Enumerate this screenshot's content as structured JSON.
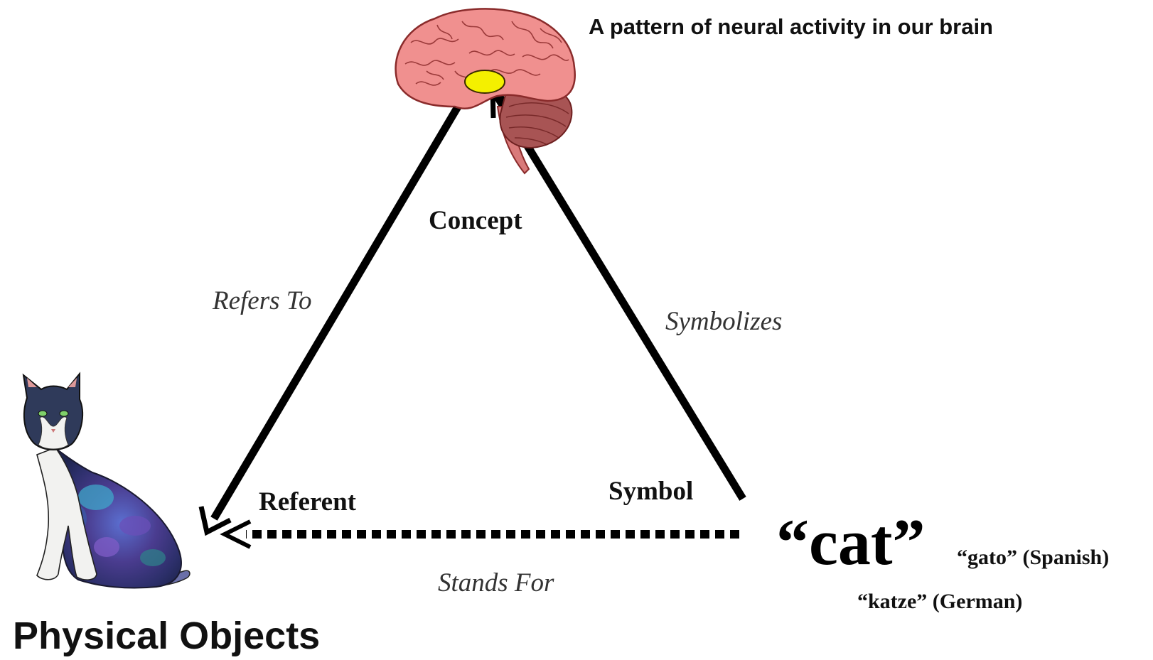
{
  "brain": {
    "caption": "A pattern of neural activity in our brain",
    "icon": "brain-icon"
  },
  "triangle": {
    "concept": "Concept",
    "symbol": "Symbol",
    "referent": "Referent",
    "refers_to": "Refers To",
    "symbolizes": "Symbolizes",
    "stands_for": "Stands For"
  },
  "word": {
    "main": "“cat”",
    "spanish": "“gato” (Spanish)",
    "german": "“katze” (German)"
  },
  "object": {
    "caption": "Physical Objects",
    "icon": "cat-icon"
  },
  "colors": {
    "brain": "#f0908f",
    "brain_outline": "#8a2b2b",
    "cerebellum": "#a85454",
    "highlight": "#f4f000",
    "arrow": "#000000"
  }
}
